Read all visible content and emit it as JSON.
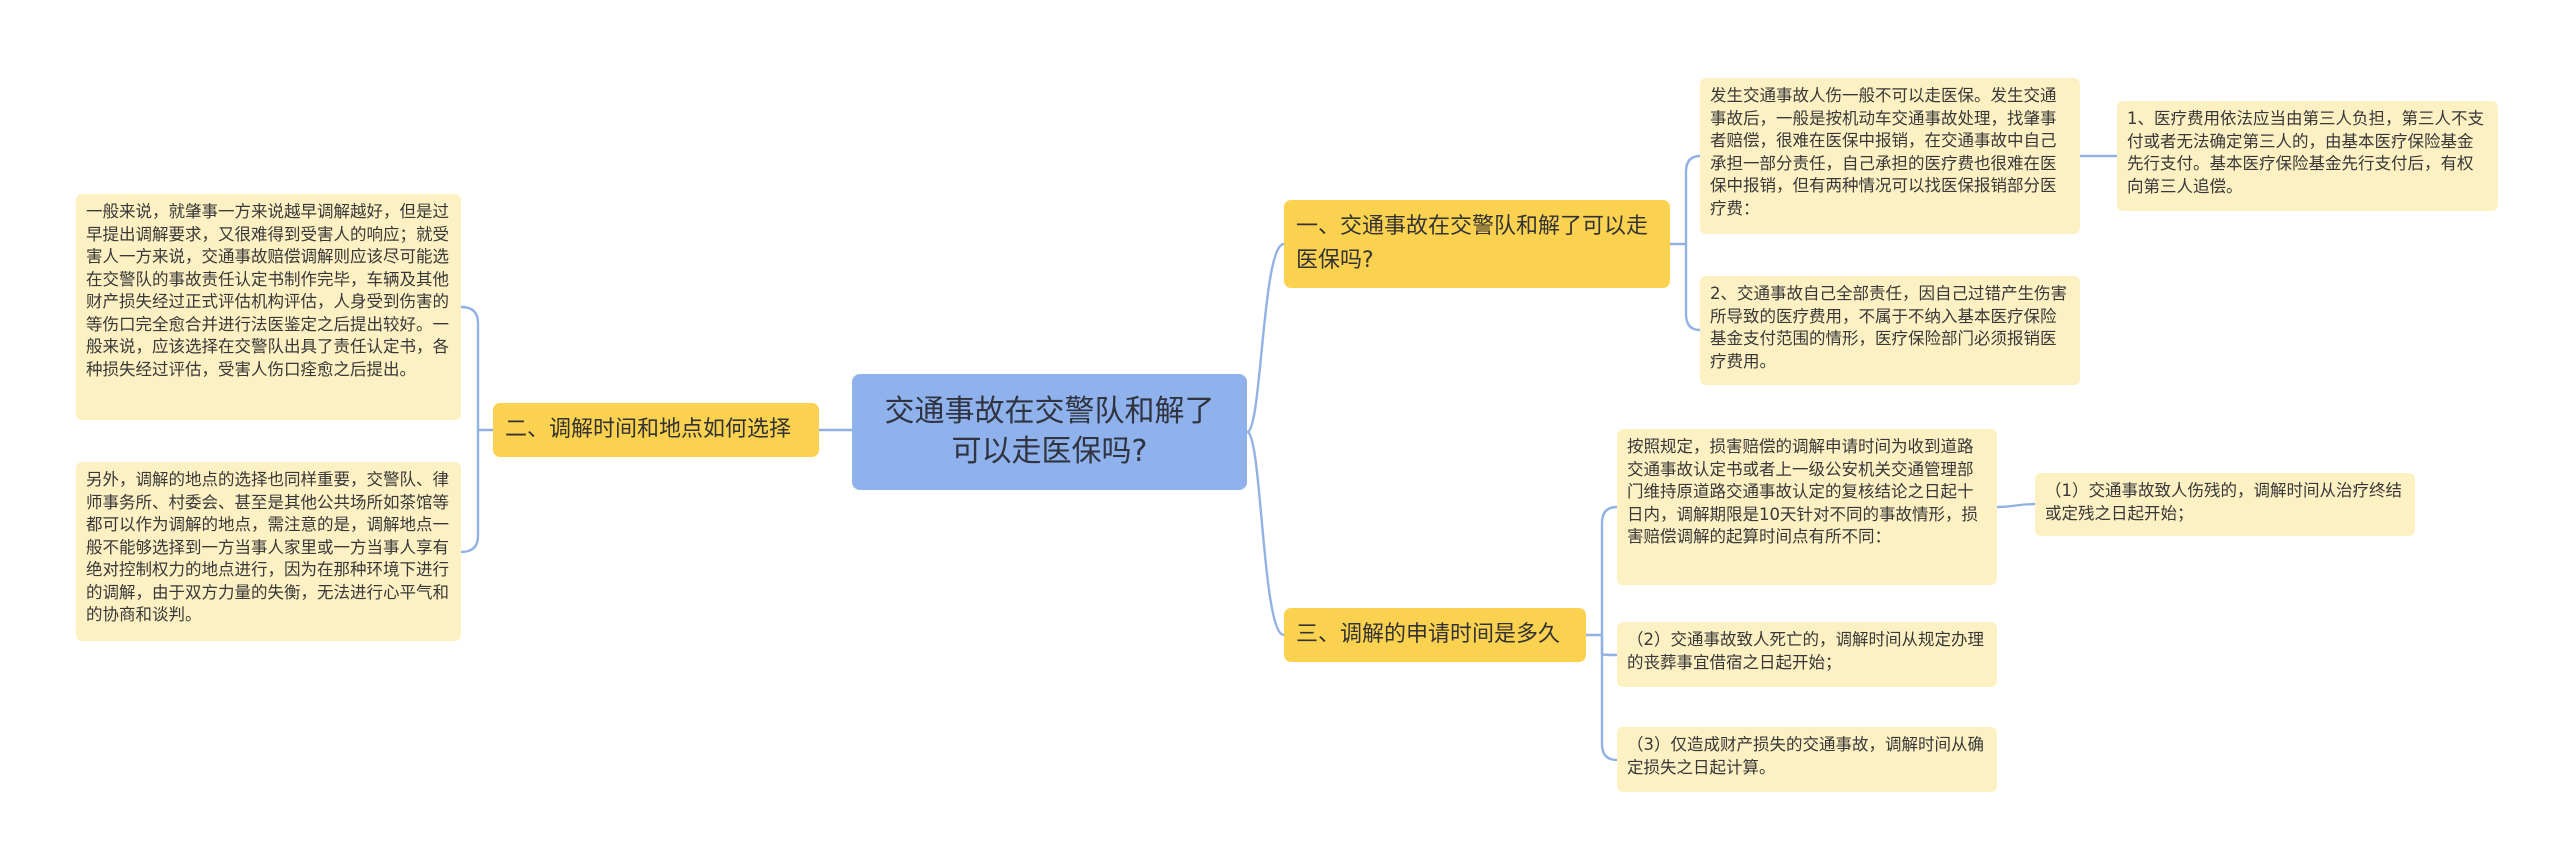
{
  "mindmap": {
    "root": {
      "label": "交通事故在交警队和解了可以走医保吗?"
    },
    "branches": {
      "b1": {
        "label": "一、交通事故在交警队和解了可以走医保吗?",
        "children": {
          "c1": "发生交通事故人伤一般不可以走医保。发生交通事故后，一般是按机动车交通事故处理，找肇事者赔偿，很难在医保中报销，在交通事故中自己承担一部分责任，自己承担的医疗费也很难在医保中报销，但有两种情况可以找医保报销部分医疗费：",
          "c2": " 2、交通事故自己全部责任，因自己过错产生伤害所导致的医疗费用，不属于不纳入基本医疗保险基金支付范围的情形，医疗保险部门必须报销医疗费用。",
          "c1_1": " 1、医疗费用依法应当由第三人负担，第三人不支付或者无法确定第三人的，由基本医疗保险基金先行支付。基本医疗保险基金先行支付后，有权向第三人追偿。"
        }
      },
      "b2": {
        "label": "二、调解时间和地点如何选择",
        "children": {
          "c1": "一般来说，就肇事一方来说越早调解越好，但是过早提出调解要求，又很难得到受害人的响应；就受害人一方来说，交通事故赔偿调解则应该尽可能选在交警队的事故责任认定书制作完毕，车辆及其他财产损失经过正式评估机构评估，人身受到伤害的等伤口完全愈合并进行法医鉴定之后提出较好。一般来说，应该选择在交警队出具了责任认定书，各种损失经过评估，受害人伤口痊愈之后提出。",
          "c2": "另外，调解的地点的选择也同样重要，交警队、律师事务所、村委会、甚至是其他公共场所如茶馆等都可以作为调解的地点，需注意的是，调解地点一般不能够选择到一方当事人家里或一方当事人享有绝对控制权力的地点进行，因为在那种环境下进行的调解，由于双方力量的失衡，无法进行心平气和的协商和谈判。"
        }
      },
      "b3": {
        "label": "三、调解的申请时间是多久",
        "children": {
          "c1": "按照规定，损害赔偿的调解申请时间为收到道路交通事故认定书或者上一级公安机关交通管理部门维持原道路交通事故认定的复核结论之日起十日内，调解期限是10天针对不同的事故情形，损害赔偿调解的起算时间点有所不同：",
          "c2": "（2）交通事故致人死亡的，调解时间从规定办理的丧葬事宜借宿之日起开始；",
          "c3": "（3）仅造成财产损失的交通事故，调解时间从确定损失之日起计算。",
          "c1_1": "（1）交通事故致人伤残的，调解时间从治疗终结或定残之日起开始；"
        }
      }
    },
    "colors": {
      "root_fill": "#8fb1ec",
      "branch_fill": "#fbd250",
      "leaf_fill": "#fdf1c4",
      "connector": "#93b2e4"
    }
  }
}
